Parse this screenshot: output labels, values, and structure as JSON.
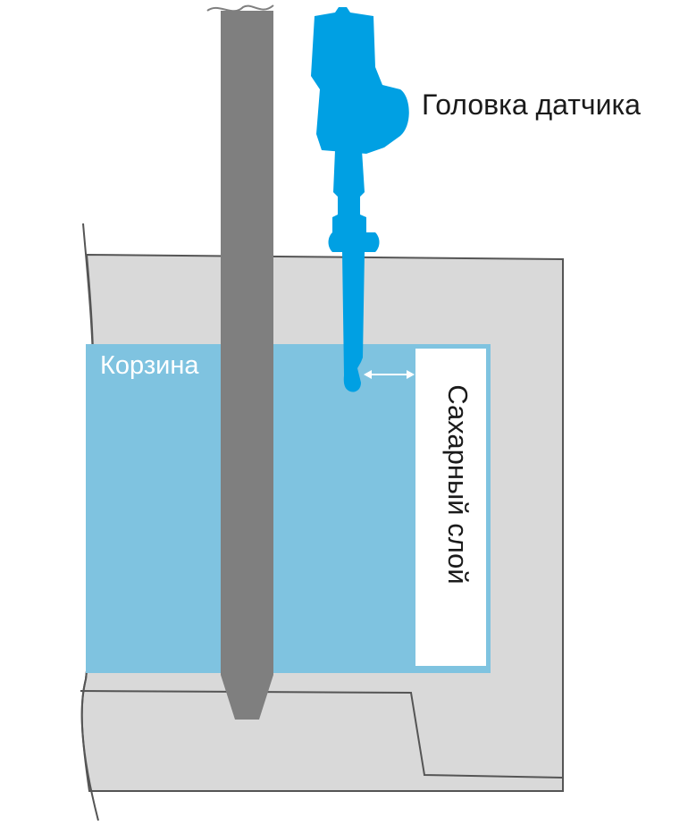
{
  "labels": {
    "sensor_head": "Головка датчика",
    "basket": "Корзина",
    "sugar_layer": "Сахарный слой"
  },
  "colors": {
    "sensor": "#00a0e3",
    "shaft": "#7f7f7f",
    "vessel": "#d9d9d9",
    "outline": "#555555",
    "basket_fill": "#7fc3e0",
    "basket_label": "#ffffff",
    "text": "#1a1a1a",
    "sugar_layer": "#ffffff"
  },
  "icons": {
    "sensor": "temperature-sensor-icon",
    "gap_arrow": "double-arrow-icon"
  }
}
